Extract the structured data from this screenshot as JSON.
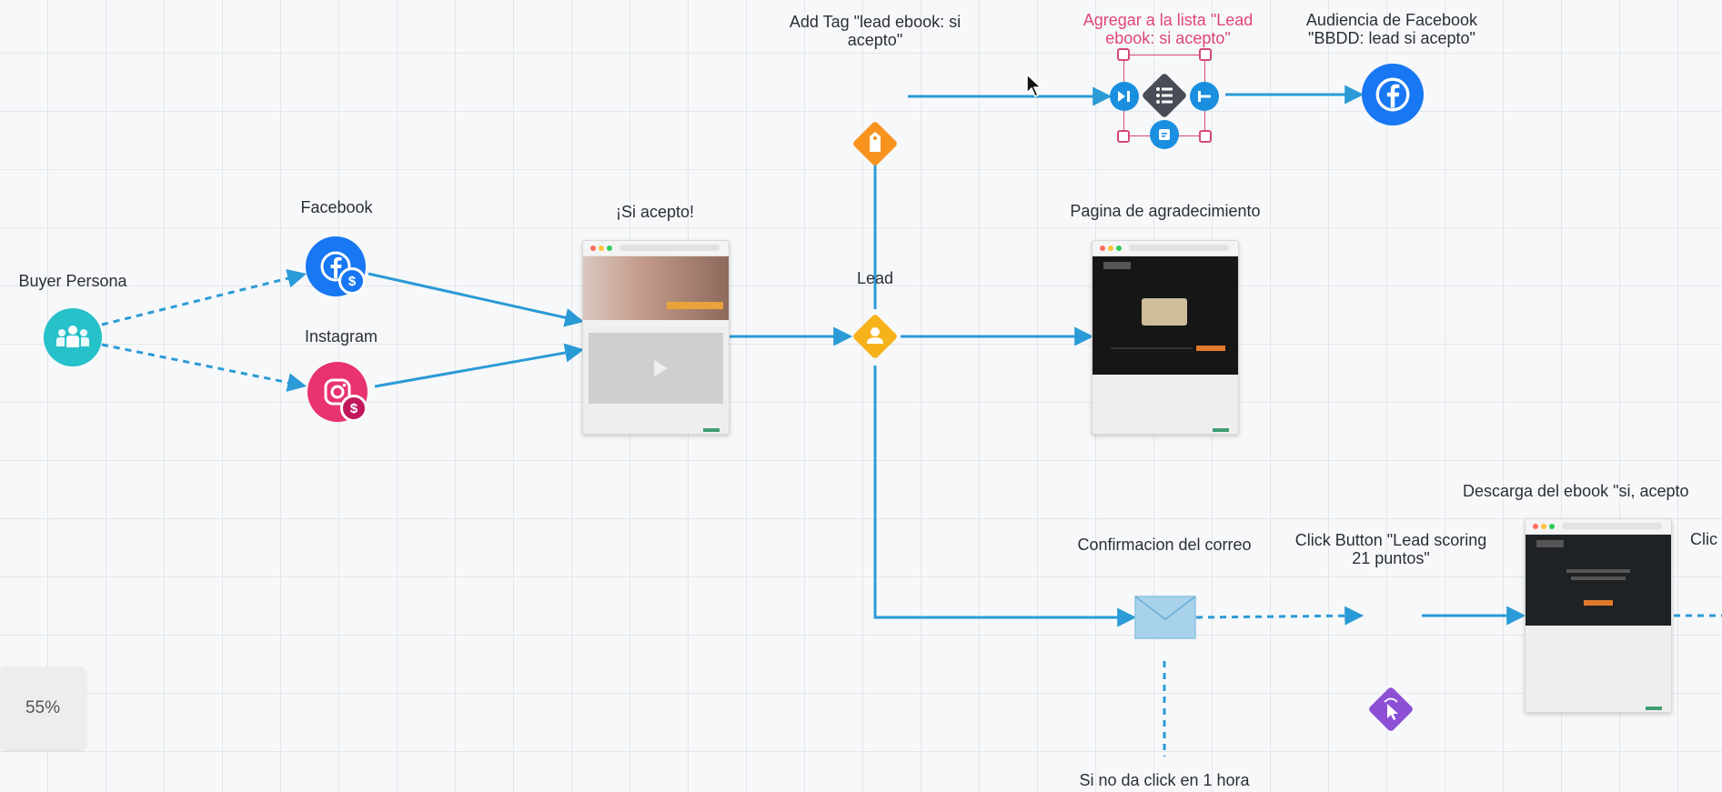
{
  "labels": {
    "buyer_persona": "Buyer Persona",
    "facebook": "Facebook",
    "instagram": "Instagram",
    "si_acepto": "¡Si acepto!",
    "lead": "Lead",
    "add_tag": "Add Tag \"lead ebook: si\nacepto\"",
    "agregar_lista": "Agregar a la lista \"Lead\nebook: si acepto\"",
    "audiencia": "Audiencia de Facebook\n\"BBDD: lead si acepto\"",
    "pagina_agradecimiento": "Pagina de agradecimiento",
    "confirmacion": "Confirmacion del correo",
    "click_button": "Click Button \"Lead scoring\n21 puntos\"",
    "descarga": "Descarga del ebook \"si, acepto",
    "click_partial": "Clic",
    "si_no_click": "Si no da click en 1 hora"
  },
  "badges": {
    "currency_symbol": "$"
  },
  "zoom": {
    "label": "55%",
    "value_percent": 55
  },
  "colors": {
    "connector": "#2a9bd6",
    "buyer_persona": "#26c1c9",
    "facebook": "#1877f2",
    "instagram": "#e8336e",
    "tag_diamond": "#f7931e",
    "lead_diamond": "#f6b21b",
    "list_diamond": "#4a4d57",
    "click_diamond": "#8c4fd6",
    "email": "#a8d2ea",
    "selection": "#d64a74"
  },
  "icons": {
    "buyer_persona": "people-group-icon",
    "facebook": "facebook-icon",
    "instagram": "instagram-icon",
    "tag": "tag-icon",
    "lead": "user-icon",
    "list": "list-icon",
    "email": "envelope-icon",
    "click": "cursor-click-icon"
  }
}
